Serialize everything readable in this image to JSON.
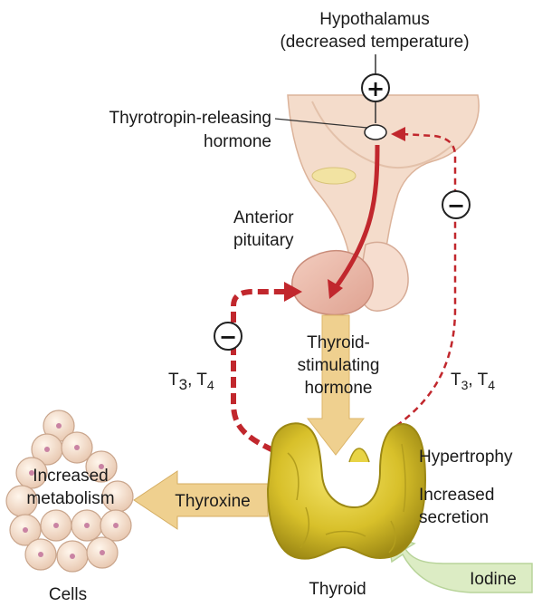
{
  "labels": {
    "hypothalamus": "Hypothalamus",
    "hypothalamus_note": "(decreased temperature)",
    "trh_line1": "Thyrotropin-releasing",
    "trh_line2": "hormone",
    "anterior_line1": "Anterior",
    "anterior_line2": "pituitary",
    "tsh_line1": "Thyroid-",
    "tsh_line2": "stimulating",
    "tsh_line3": "hormone",
    "t_left": "T",
    "t_right": "T",
    "t_sub3": "3",
    "t_sub4": "4",
    "t_sep": ", T",
    "hypertrophy": "Hypertrophy",
    "increased": "Increased",
    "secretion": "secretion",
    "thyroxine": "Thyroxine",
    "metabolism_line1": "Increased",
    "metabolism_line2": "metabolism",
    "cells": "Cells",
    "thyroid": "Thyroid",
    "iodine": "Iodine"
  },
  "signs": {
    "plus": "+",
    "minus": "−"
  },
  "colors": {
    "tissue": "#f4dccb",
    "tissue_dark": "#e7b9a3",
    "pituitary": "#e9b7a7",
    "arrow_red": "#c1272d",
    "thyroid": "#d8c02a",
    "thyroid_dark": "#a79219",
    "tsh_arrow": "#efd08f",
    "iodine_arrow": "#dcecc4",
    "cell": "#f1dcc9",
    "nucleus": "#c983a3"
  }
}
